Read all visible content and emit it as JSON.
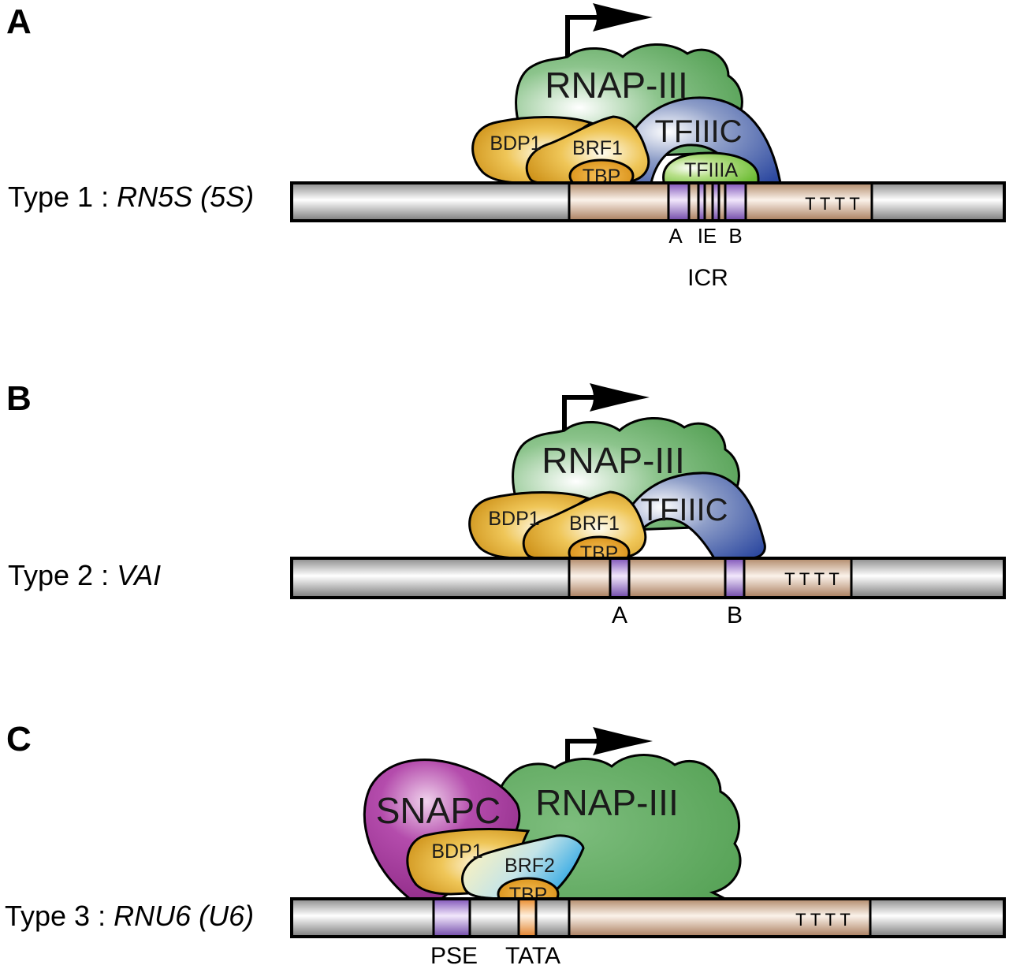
{
  "panels": [
    {
      "letter": "A",
      "type_prefix": "Type 1 : ",
      "gene": "RN5S (5S)",
      "proteins": {
        "rnap": "RNAP-III",
        "tfiiic": "TFIIIC",
        "bdp1": "BDP1",
        "brf1": "BRF1",
        "tbp": "TBP",
        "tfiiia": "TFIIIA"
      },
      "elements": {
        "a": "A",
        "ie": "IE",
        "b": "B",
        "icr": "ICR"
      },
      "terminator": "T T T T"
    },
    {
      "letter": "B",
      "type_prefix": "Type 2 : ",
      "gene": "VAI",
      "proteins": {
        "rnap": "RNAP-III",
        "tfiiic": "TFIIIC",
        "bdp1": "BDP1",
        "brf1": "BRF1",
        "tbp": "TBP"
      },
      "elements": {
        "a": "A",
        "b": "B"
      },
      "terminator": "T T T T"
    },
    {
      "letter": "C",
      "type_prefix": "Type 3 : ",
      "gene": "RNU6 (U6)",
      "proteins": {
        "snapc": "SNAPC",
        "rnap": "RNAP-III",
        "bdp1": "BDP1",
        "brf2": "BRF2",
        "tbp": "TBP"
      },
      "elements": {
        "pse": "PSE",
        "tata": "TATA"
      },
      "terminator": "T T T T"
    }
  ],
  "colors": {
    "rnap": "#5ea85e",
    "tfiiic": "#3e5aa8",
    "bdp1": "#e0a020",
    "brf2": "#1ea8e8",
    "snapc": "#9a2e92",
    "tfiiia": "#7cc844",
    "element": "#a07ad0",
    "tata": "#f0a040",
    "gene_body": "#d8b8a0",
    "dna": "#bdbdbd"
  }
}
